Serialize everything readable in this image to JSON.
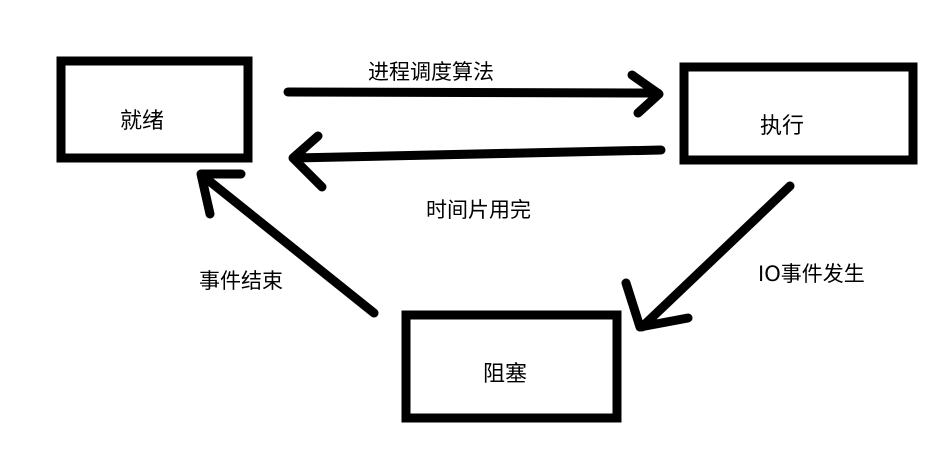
{
  "nodes": {
    "ready": "就绪",
    "running": "执行",
    "blocked": "阻塞"
  },
  "edges": {
    "ready_to_running": "进程调度算法",
    "running_to_ready": "时间片用完",
    "running_to_blocked": "IO事件发生",
    "blocked_to_ready": "事件结束"
  }
}
